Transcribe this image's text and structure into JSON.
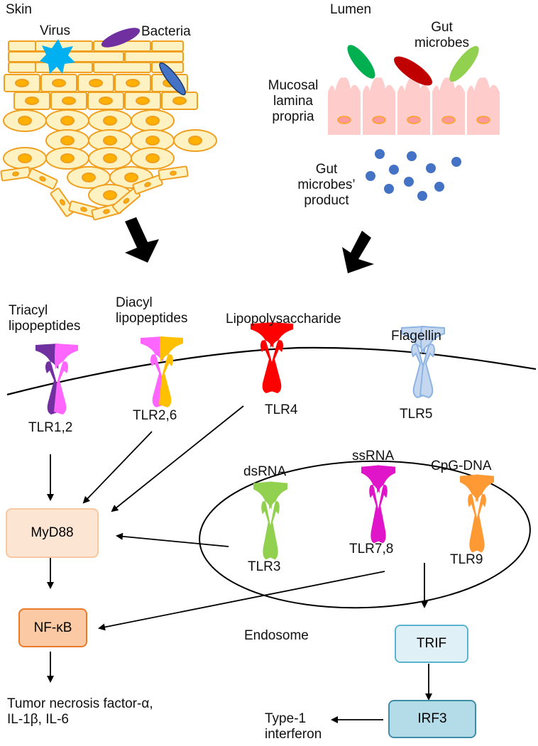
{
  "skin": {
    "title": "Skin",
    "virus_label": "Virus",
    "bacteria_label": "Bacteria"
  },
  "gut": {
    "lumen_label": "Lumen",
    "gut_microbes_label_1": "Gut",
    "gut_microbes_label_2": "microbes",
    "mucosal_label_1": "Mucosal",
    "mucosal_label_2": "lamina",
    "mucosal_label_3": "propria",
    "product_label_1": "Gut",
    "product_label_2": "microbes’",
    "product_label_3": "product"
  },
  "surface_receptors": [
    {
      "ligand_1": "Triacyl",
      "ligand_2": "lipopeptides",
      "name": "TLR1,2",
      "colors": [
        "#7030a0",
        "#ff66ff"
      ]
    },
    {
      "ligand_1": "Diacyl",
      "ligand_2": "lipopeptides",
      "name": "TLR2,6",
      "colors": [
        "#ff66ff",
        "#ffc000"
      ]
    },
    {
      "ligand_1": "Lipopolysaccharide",
      "name": "TLR4",
      "colors": [
        "#ff0000",
        "#ff0000"
      ]
    },
    {
      "ligand_1": "Flagellin",
      "name": "TLR5",
      "colors": [
        "#c5d6ef",
        "#c5d6ef"
      ]
    }
  ],
  "endosomal_receptors": [
    {
      "ligand": "dsRNA",
      "name": "TLR3",
      "color": "#92d050"
    },
    {
      "ligand": "ssRNA",
      "name": "TLR7,8",
      "color": "#e014c8"
    },
    {
      "ligand": "CpG-DNA",
      "name": "TLR9",
      "color": "#ff9933"
    }
  ],
  "endosome_label": "Endosome",
  "pathway": {
    "myd88": "MyD88",
    "nfkb": "NF-κB",
    "trif": "TRIF",
    "irf3": "IRF3",
    "cytokines_1": "Tumor necrosis factor-α,",
    "cytokines_2": "IL-1β, IL-6",
    "interferon_1": "Type-1",
    "interferon_2": "interferon"
  },
  "colors": {
    "skin_fill": "#fff2c2",
    "skin_stroke": "#f0a020",
    "nucleus": "#ffb000",
    "virus": "#00b0f0",
    "bacteria_purple": "#7030a0",
    "bacteria_blue": "#4472c4",
    "gut_cell": "#ffcccc",
    "microbe_green": "#00b050",
    "microbe_red": "#c00000",
    "microbe_lime": "#92d050",
    "product_dot": "#4472c4",
    "myd88_fill": "#fde5d3",
    "myd88_stroke": "#f8c8a0",
    "nfkb_fill": "#fbc9a3",
    "nfkb_stroke": "#e97b2c",
    "trif_fill": "#dff0f6",
    "trif_stroke": "#5ab4cf",
    "irf3_fill": "#b4dce8",
    "irf3_stroke": "#3e8ea8"
  }
}
